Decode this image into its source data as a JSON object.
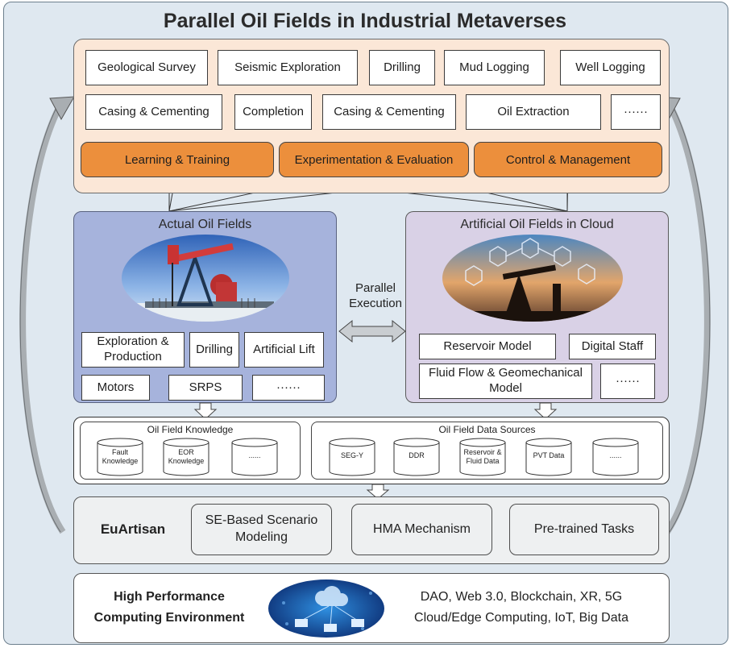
{
  "title": "Parallel Oil Fields in Industrial Metaverses",
  "stages_row1": [
    "Geological Survey",
    "Seismic Exploration",
    "Drilling",
    "Mud Logging",
    "Well Logging"
  ],
  "stages_row2": [
    "Casing & Cementing",
    "Completion",
    "Casing & Cementing",
    "Oil Extraction",
    "······"
  ],
  "functions": [
    "Learning & Training",
    "Experimentation & Evaluation",
    "Control & Management"
  ],
  "actual": {
    "title": "Actual Oil Fields",
    "items": [
      "Exploration & Production",
      "Drilling",
      "Artificial Lift",
      "Motors",
      "SRPS",
      "······"
    ]
  },
  "artificial": {
    "title": "Artificial Oil Fields in Cloud",
    "items": [
      "Reservoir Model",
      "Digital Staff",
      "Fluid Flow & Geomechanical Model",
      "······"
    ]
  },
  "parallel": {
    "line1": "Parallel",
    "line2": "Execution"
  },
  "knowledge": {
    "title": "Oil Field Knowledge",
    "items": [
      "Fault Knowledge",
      "EOR Knowledge",
      "......"
    ]
  },
  "datasources": {
    "title": "Oil Field Data Sources",
    "items": [
      "SEG-Y",
      "DDR",
      "Reservoir & Fluid Data",
      "PVT Data",
      "......"
    ]
  },
  "euartisan": {
    "label": "EuArtisan",
    "items": [
      "SE-Based Scenario Modeling",
      "HMA Mechanism",
      "Pre-trained Tasks"
    ]
  },
  "hpc": {
    "label_line1": "High Performance",
    "label_line2": "Computing Environment",
    "tech_line1": "DAO, Web 3.0, Blockchain, XR, 5G",
    "tech_line2": "Cloud/Edge Computing, IoT, Big Data"
  },
  "colors": {
    "frame_bg": "#dfe8f0",
    "top_panel": "#fbe7d7",
    "orange": "#ec8f3c",
    "actual_panel": "#a6b3dc",
    "artificial_panel": "#d9d1e6",
    "arrow_gray": "#a9aeb2"
  }
}
